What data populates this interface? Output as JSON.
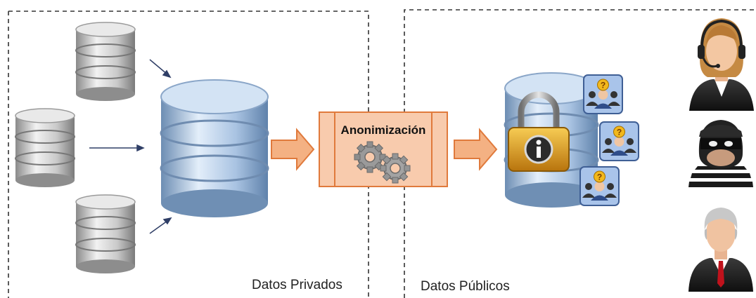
{
  "regions": {
    "private_label": "Datos Privados",
    "public_label": "Datos Públicos"
  },
  "process": {
    "title": "Anonimización",
    "icon": "gears-icon"
  },
  "colors": {
    "arrow_fill": "#f4b183",
    "arrow_stroke": "#e07a3c",
    "process_fill": "#f8cbad",
    "process_stroke": "#e07a3c",
    "db_body": "#bcd3ea",
    "db_dark": "#7f9fbf",
    "small_db": "#c8c8c8",
    "lock_gold": "#e6a21a",
    "badge_fill": "#a9c4ea",
    "dashed_border": "#333333"
  },
  "icons": {
    "source_databases": [
      "database-icon",
      "database-icon",
      "database-icon"
    ],
    "central_database": "database-icon",
    "public_database": "locked-database-icon",
    "badges": [
      "unknown-person-icon",
      "unknown-person-icon",
      "unknown-person-icon"
    ],
    "actors": [
      "operator-headset-icon",
      "thief-icon",
      "businessman-icon"
    ]
  }
}
